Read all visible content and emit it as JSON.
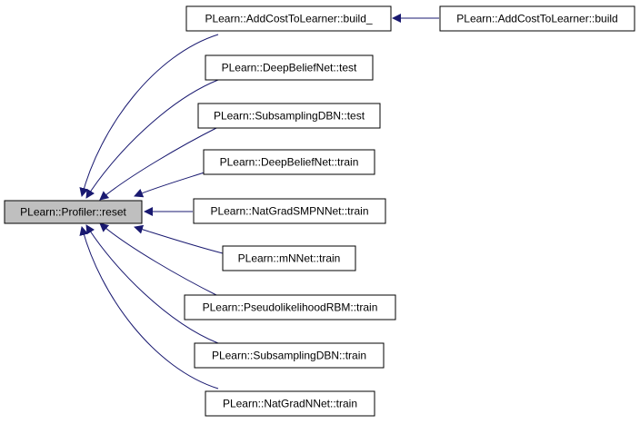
{
  "graph": {
    "edge_color": "#191970",
    "root": {
      "id": "reset",
      "label": "PLearn::Profiler::reset",
      "fill": "#bfbfbf"
    },
    "callers": [
      {
        "id": "addcost-build-under",
        "label": "PLearn::AddCostToLearner::build_"
      },
      {
        "id": "dbn-test",
        "label": "PLearn::DeepBeliefNet::test"
      },
      {
        "id": "subsampling-test",
        "label": "PLearn::SubsamplingDBN::test"
      },
      {
        "id": "dbn-train",
        "label": "PLearn::DeepBeliefNet::train"
      },
      {
        "id": "natgradsmpn-train",
        "label": "PLearn::NatGradSMPNNet::train"
      },
      {
        "id": "mnnet-train",
        "label": "PLearn::mNNet::train"
      },
      {
        "id": "pseudolikelihood-train",
        "label": "PLearn::PseudolikelihoodRBM::train"
      },
      {
        "id": "subsampling-train",
        "label": "PLearn::SubsamplingDBN::train"
      },
      {
        "id": "natgradnnet-train",
        "label": "PLearn::NatGradNNet::train"
      }
    ],
    "second_level": [
      {
        "id": "addcost-build",
        "label": "PLearn::AddCostToLearner::build",
        "calls": "addcost-build-under"
      }
    ]
  }
}
